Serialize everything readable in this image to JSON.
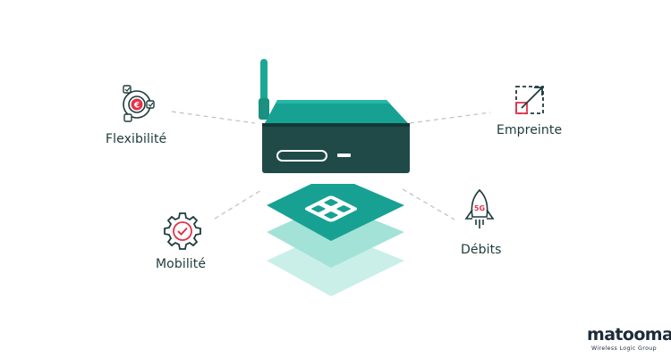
{
  "features": {
    "flexibilite": "Flexibilité",
    "empreinte": "Empreinte",
    "mobilite": "Mobilité",
    "debits": "Débits"
  },
  "icons": {
    "flexibilite": "euro-cycle-icon",
    "empreinte": "resize-arrow-icon",
    "mobilite": "gear-check-icon",
    "debits": "rocket-5g-icon"
  },
  "rocket_badge": "5G",
  "brand": {
    "name": "matooma",
    "tagline": "Wireless Logic Group"
  },
  "colors": {
    "teal": "#1aa896",
    "dark_teal": "#1f4a48",
    "accent_red": "#e3334a",
    "text": "#1e3b3b"
  }
}
